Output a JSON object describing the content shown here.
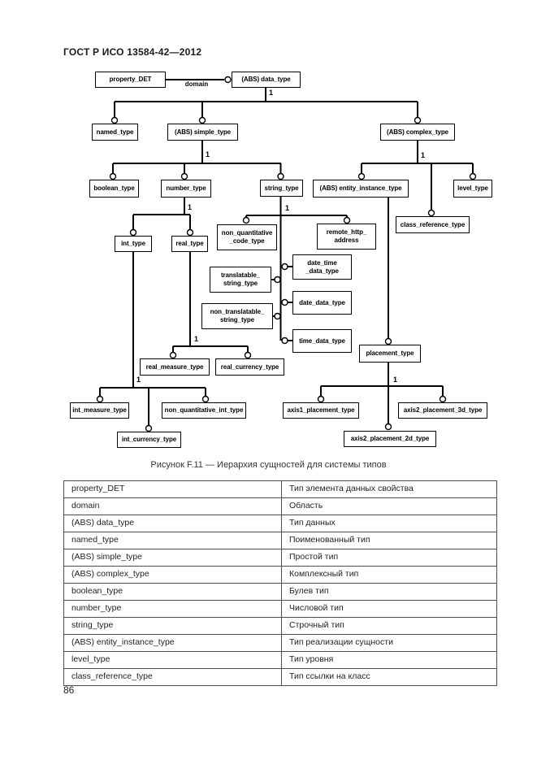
{
  "page": {
    "header": "ГОСТ Р ИСО 13584-42—2012",
    "page_number": "86"
  },
  "figure": {
    "caption": "Рисунок F.11 — Иерархия сущностей для системы типов",
    "domain_label": "domain",
    "cardinality": "1",
    "nodes": [
      "property_DET",
      "(ABS) data_type",
      "named_type",
      "(ABS) simple_type",
      "(ABS) complex_type",
      "boolean_type",
      "number_type",
      "string_type",
      "(ABS) entity_instance_type",
      "level_type",
      "int_type",
      "real_type",
      "non_quantitative\n_code_type",
      "remote_http_\naddress",
      "class_reference_type",
      "translatable_\nstring_type",
      "date_time\n_data_type",
      "non_translatable_\nstring_type",
      "date_data_type",
      "time_data_type",
      "placement_type",
      "real_measure_type",
      "real_currency_type",
      "int_measure_type",
      "non_quantitative_int_type",
      "axis1_placement_type",
      "axis2_placement_3d_type",
      "int_currency_type",
      "axis2_placement_2d_type"
    ]
  },
  "table": {
    "rows": [
      {
        "term": "property_DET",
        "definition": "Тип элемента данных свойства"
      },
      {
        "term": "domain",
        "definition": "Область"
      },
      {
        "term": "(ABS) data_type",
        "definition": "Тип данных"
      },
      {
        "term": "named_type",
        "definition": "Поименованный тип"
      },
      {
        "term": "(ABS) simple_type",
        "definition": "Простой тип"
      },
      {
        "term": "(ABS) complex_type",
        "definition": "Комплексный тип"
      },
      {
        "term": "boolean_type",
        "definition": "Булев тип"
      },
      {
        "term": "number_type",
        "definition": "Числовой тип"
      },
      {
        "term": "string_type",
        "definition": "Строчный тип"
      },
      {
        "term": "(ABS) entity_instance_type",
        "definition": "Тип реализации сущности"
      },
      {
        "term": "level_type",
        "definition": "Тип уровня"
      },
      {
        "term": "class_reference_type",
        "definition": "Тип ссылки на класс"
      }
    ]
  }
}
